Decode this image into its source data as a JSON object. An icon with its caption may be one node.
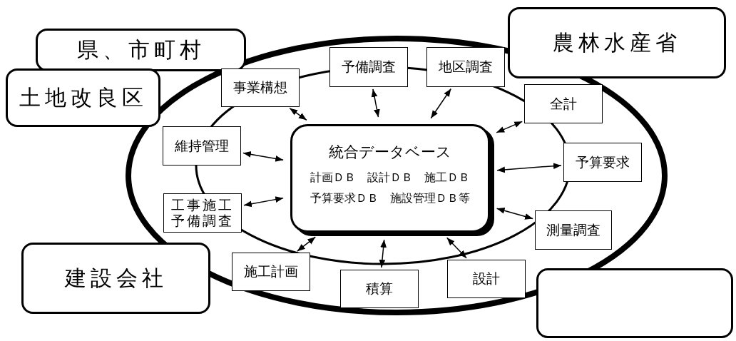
{
  "diagram": {
    "nodes": [
      {
        "text": [
          "県、市町村"
        ]
      },
      {
        "text": [
          "農林水産省"
        ]
      },
      {
        "text": [
          "土地改良区"
        ]
      },
      {
        "text": [
          "建設会社"
        ]
      },
      {
        "text": [],
        "shape": "box"
      },
      {
        "text": [
          "統合データベース",
          "計画ＤＢ　設計ＤＢ　施工ＤＢ",
          "予算要求ＤＢ　施設管理ＤＢ等"
        ]
      },
      {
        "text": [
          "事業構想"
        ]
      },
      {
        "text": [
          "予備調査"
        ]
      },
      {
        "text": [
          "地区調査"
        ]
      },
      {
        "text": [
          "全計"
        ]
      },
      {
        "text": [
          "維持管理"
        ]
      },
      {
        "text": [
          "予算要求"
        ]
      },
      {
        "text": [
          "工事施工予備調査"
        ]
      },
      {
        "text": [
          "測量調査"
        ]
      },
      {
        "text": [
          "施工計画"
        ]
      },
      {
        "text": [
          "積算"
        ]
      },
      {
        "text": [
          "設計"
        ]
      }
    ],
    "edges": [
      {
        "from": 5,
        "to": 6,
        "arrow": "both"
      },
      {
        "from": 5,
        "to": 7,
        "arrow": "both"
      },
      {
        "from": 5,
        "to": 8,
        "arrow": "both"
      },
      {
        "from": 5,
        "to": 9,
        "arrow": "both"
      },
      {
        "from": 5,
        "to": 10,
        "arrow": "both"
      },
      {
        "from": 5,
        "to": 11,
        "arrow": "both"
      },
      {
        "from": 5,
        "to": 12,
        "arrow": "both"
      },
      {
        "from": 5,
        "to": 13,
        "arrow": "both"
      },
      {
        "from": 5,
        "to": 14,
        "arrow": "both"
      },
      {
        "from": 5,
        "to": 15,
        "arrow": "both"
      },
      {
        "from": 5,
        "to": 16,
        "arrow": "both"
      }
    ]
  }
}
